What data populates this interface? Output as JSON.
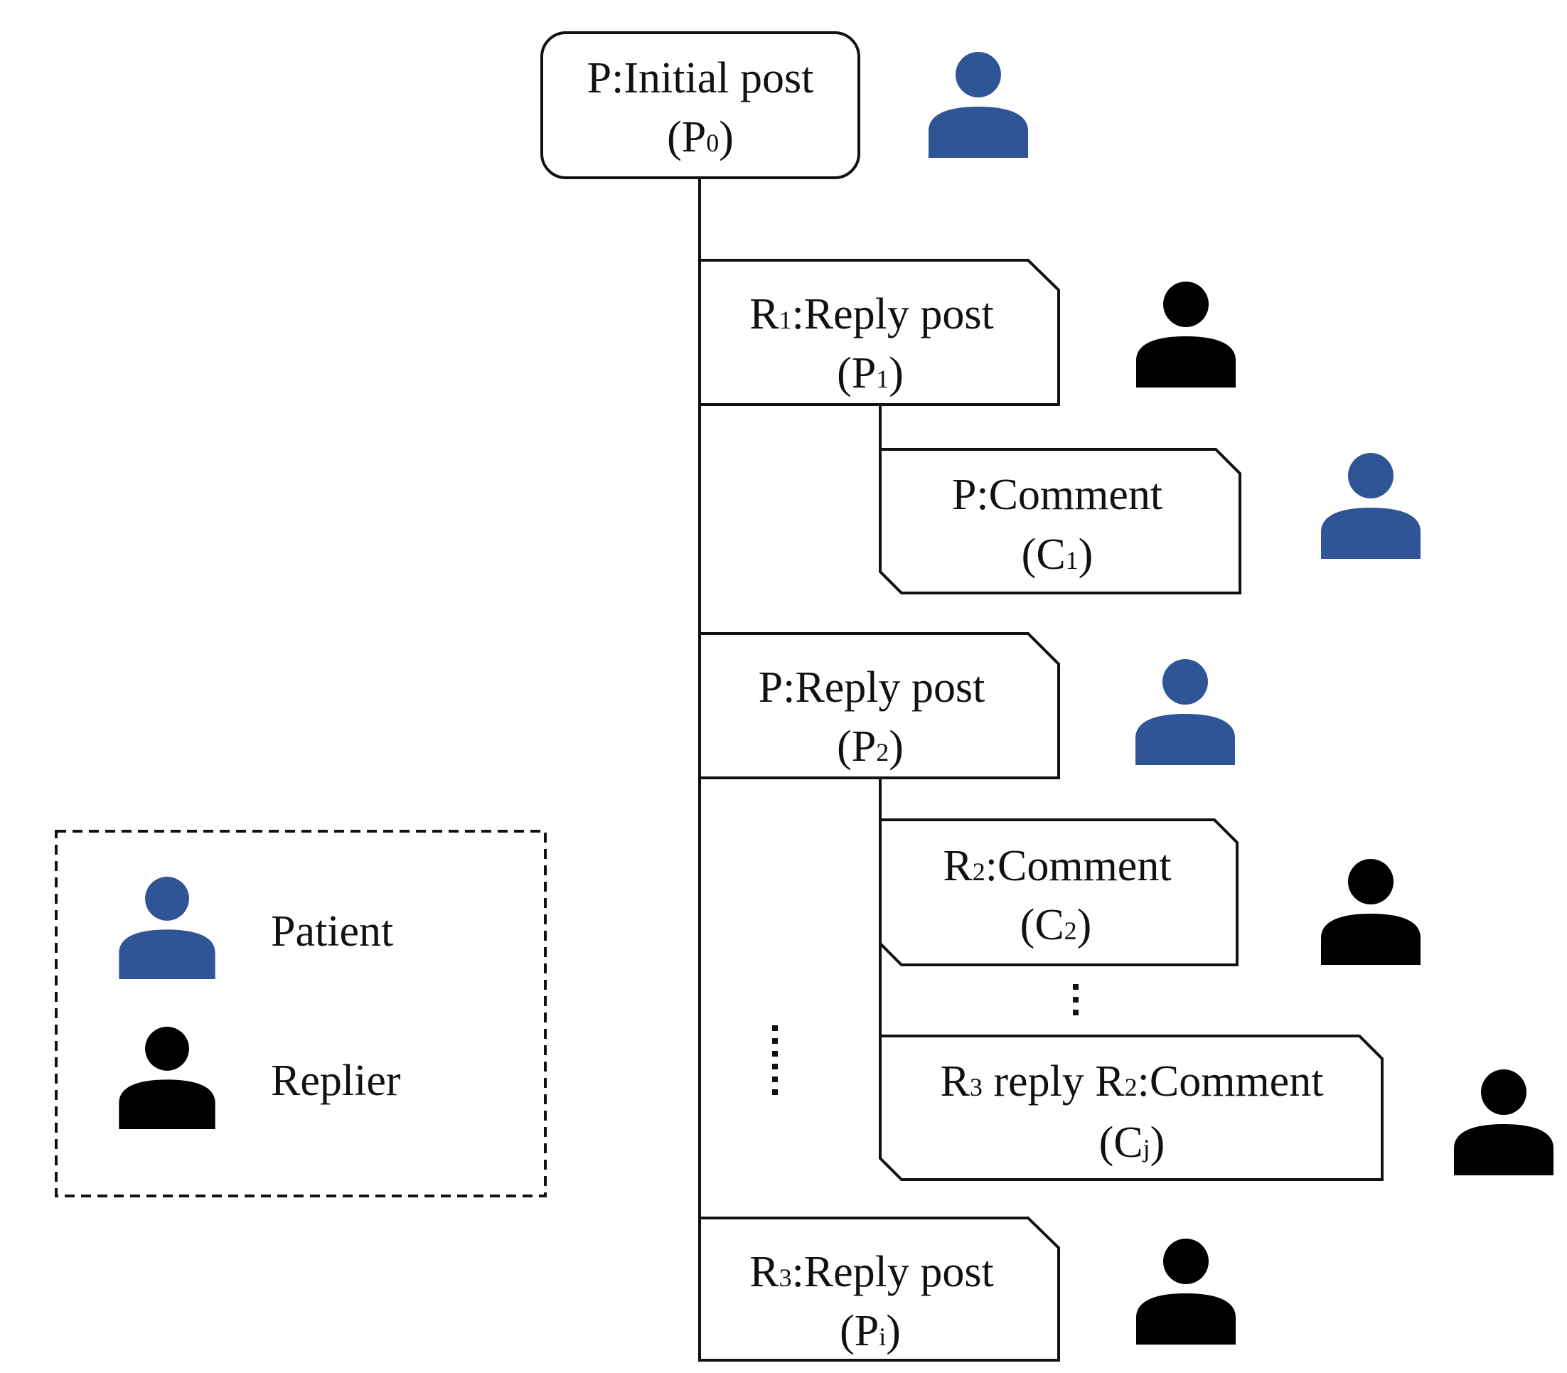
{
  "colors": {
    "patient": "#2f5597",
    "replier": "#000000",
    "line": "#111111"
  },
  "legend": {
    "patient_label": "Patient",
    "replier_label": "Replier"
  },
  "nodes": {
    "p0": {
      "title": "P:Initial post",
      "code_open": "(P",
      "code_sub": "0",
      "code_close": ")",
      "author": "patient"
    },
    "p1": {
      "title_main": "R",
      "title_sub": "1",
      "title_rest": ":Reply post",
      "code_open": "(P",
      "code_sub": "1",
      "code_close": ")",
      "author": "replier"
    },
    "c1": {
      "title": "P:Comment",
      "code_open": "(C",
      "code_sub": "1",
      "code_close": ")",
      "author": "patient"
    },
    "p2": {
      "title": "P:Reply post",
      "code_open": "(P",
      "code_sub": "2",
      "code_close": ")",
      "author": "patient"
    },
    "c2": {
      "title_main": "R",
      "title_sub": "2",
      "title_rest": ":Comment",
      "code_open": "(C",
      "code_sub": "2",
      "code_close": ")",
      "author": "replier"
    },
    "cj": {
      "title_a": "R",
      "title_a_sub": "3",
      "title_mid": " reply R",
      "title_b_sub": "2",
      "title_rest": ":Comment",
      "code_open": "(C",
      "code_sub": "j",
      "code_close": ")",
      "author": "replier"
    },
    "pi": {
      "title_main": "R",
      "title_sub": "3",
      "title_rest": ":Reply post",
      "code_open": "(P",
      "code_sub": "i",
      "code_close": ")",
      "author": "replier"
    }
  }
}
